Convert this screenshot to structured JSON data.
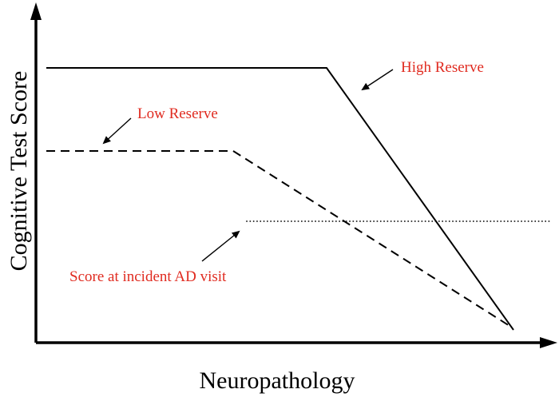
{
  "figure": {
    "background": "#ffffff",
    "axis_color": "#000000",
    "annotation_text_color": "#e02b20",
    "line_color": "#000000"
  },
  "chart_data": {
    "type": "line",
    "title": "",
    "xlabel": "Neuropathology",
    "ylabel": "Cognitive Test Score",
    "xlim": [
      0,
      100
    ],
    "ylim": [
      0,
      100
    ],
    "grid": false,
    "legend_position": "none (inline red arrow annotations)",
    "axes_style": "arrowed axes, no tick marks, no tick labels",
    "series": [
      {
        "name": "High Reserve",
        "line_style": "solid",
        "color": "#000000",
        "points": [
          [
            2,
            86
          ],
          [
            56,
            86
          ],
          [
            92,
            4
          ]
        ]
      },
      {
        "name": "Low Reserve",
        "line_style": "dashed",
        "color": "#000000",
        "points": [
          [
            2,
            60
          ],
          [
            38,
            60
          ],
          [
            91.5,
            5
          ]
        ]
      },
      {
        "name": "Score at incident AD visit",
        "line_style": "dotted",
        "color": "#000000",
        "points": [
          [
            40.5,
            38
          ],
          [
            99,
            38
          ]
        ]
      }
    ],
    "annotations": [
      {
        "text": "High Reserve",
        "color": "#e02b20",
        "text_x": 502,
        "text_y": 90,
        "arrow": [
          492,
          87,
          454,
          112
        ]
      },
      {
        "text": "Low Reserve",
        "color": "#e02b20",
        "text_x": 172,
        "text_y": 148,
        "arrow": [
          164,
          148,
          130,
          179
        ]
      },
      {
        "text": "Score at incident AD visit",
        "color": "#e02b20",
        "text_x": 87,
        "text_y": 352,
        "arrow": [
          253,
          327,
          299,
          290
        ]
      }
    ]
  }
}
